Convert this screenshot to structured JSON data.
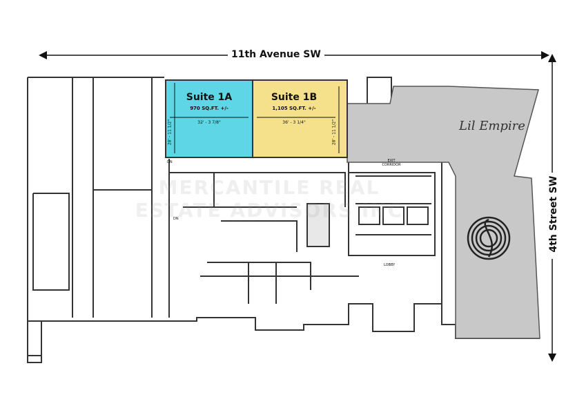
{
  "streets": {
    "top": "11th Avenue SW",
    "right": "4th Street SW"
  },
  "suites": [
    {
      "name": "Suite 1A",
      "area": "970 SQ.FT. +/-",
      "width_dim": "32' - 3 7/8\"",
      "depth_dim": "28' - 11 1/2\"",
      "color": "#5ed6e5"
    },
    {
      "name": "Suite 1B",
      "area": "1,105 SQ.FT. +/-",
      "width_dim": "36' - 3 1/4\"",
      "depth_dim": "28' - 11 1/2\"",
      "color": "#f5e08c"
    }
  ],
  "rooms": {
    "exit_corridor": "EXIT CORRIDOR",
    "lobby": "LOBBY",
    "dn1": "DN",
    "dn2": "DN"
  },
  "tenant_logo": "Lil Empire",
  "watermark": "MERCANTILE REAL ESTATE ADVISORS INC",
  "colors": {
    "occupied": "#c8c8c8",
    "walls": "#333333"
  }
}
